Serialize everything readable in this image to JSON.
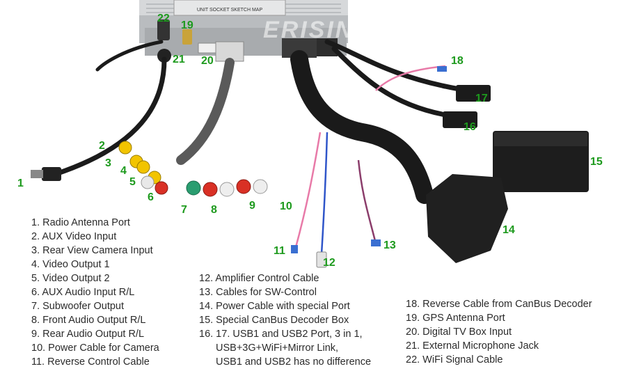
{
  "watermark": "ERISIN",
  "unit_label": "UNIT SOCKET SKETCH MAP",
  "callouts": [
    "1",
    "2",
    "3",
    "4",
    "5",
    "6",
    "7",
    "8",
    "9",
    "10",
    "11",
    "12",
    "13",
    "14",
    "15",
    "16",
    "17",
    "18",
    "19",
    "20",
    "21",
    "22"
  ],
  "legend": {
    "col1": [
      "1. Radio Antenna Port",
      "2. AUX Video Input",
      "3. Rear View Camera Input",
      "4. Video Output 1",
      "5. Video Output 2",
      "6. AUX Audio Input R/L",
      "7. Subwoofer Output",
      "8. Front Audio Output R/L",
      "9. Rear Audio Output R/L",
      "10. Power Cable for Camera",
      "11. Reverse Control Cable"
    ],
    "col2": [
      "12. Amplifier Control Cable",
      "13. Cables for SW-Control",
      "14. Power Cable with special Port",
      "15. Special CanBus Decoder Box",
      "16. 17.  USB1 and USB2 Port, 3 in 1,",
      "USB+3G+WiFi+Mirror Link,",
      "USB1 and USB2 has no difference"
    ],
    "col3": [
      "18. Reverse Cable from CanBus Decoder",
      "19. GPS Antenna Port",
      "20. Digital TV Box Input",
      "21. External Microphone Jack",
      "22. WiFi Signal Cable"
    ]
  }
}
